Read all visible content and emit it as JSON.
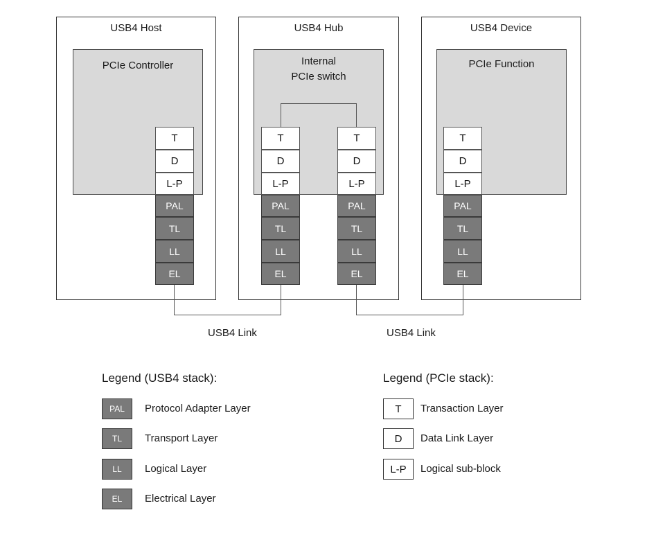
{
  "blocks": {
    "host": {
      "title": "USB4 Host",
      "inner": "PCIe Controller"
    },
    "hub": {
      "title": "USB4 Hub",
      "inner_line1": "Internal",
      "inner_line2": "PCIe switch"
    },
    "device": {
      "title": "USB4 Device",
      "inner": "PCIe Function"
    }
  },
  "stack": {
    "pcie": [
      "T",
      "D",
      "L-P"
    ],
    "usb4": [
      "PAL",
      "TL",
      "LL",
      "EL"
    ]
  },
  "links": {
    "left": "USB4 Link",
    "right": "USB4 Link"
  },
  "legend_usb4": {
    "heading": "Legend (USB4 stack):",
    "items": [
      {
        "abbr": "PAL",
        "label": "Protocol Adapter Layer"
      },
      {
        "abbr": "TL",
        "label": "Transport Layer"
      },
      {
        "abbr": "LL",
        "label": "Logical Layer"
      },
      {
        "abbr": "EL",
        "label": "Electrical Layer"
      }
    ]
  },
  "legend_pcie": {
    "heading": "Legend (PCIe stack):",
    "items": [
      {
        "abbr": "T",
        "label": "Transaction Layer"
      },
      {
        "abbr": "D",
        "label": "Data Link Layer"
      },
      {
        "abbr": "L-P",
        "label": "Logical sub-block"
      }
    ]
  },
  "colors": {
    "usb4_layer": "#7a7a7a",
    "pcie_region": "#d9d9d9",
    "pcie_layer": "#ffffff"
  }
}
